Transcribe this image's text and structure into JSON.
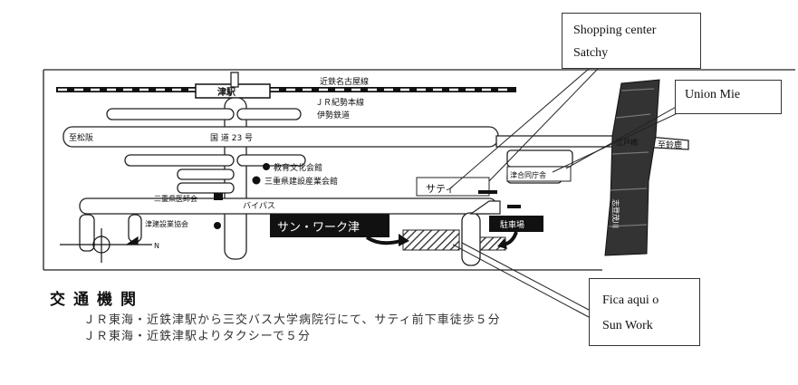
{
  "callouts": {
    "satchy": [
      "Shopping center",
      "Satchy"
    ],
    "union": "Union Mie",
    "fica": [
      "Fica aqui o",
      "Sun Work"
    ]
  },
  "map": {
    "railway_kintetsu": "近鉄名古屋線",
    "station": "津駅",
    "jr_kisei": "ＪＲ紀勢本線",
    "ise_railway": "伊勢鉄道",
    "to_matsusaka": "至松阪",
    "route23": "国 道 23 号",
    "culture_hall": "教育文化会館",
    "construction_assoc": "三重県建設産業会館",
    "satchy_label": "サティ",
    "medical_assoc": "三重県医師会",
    "bypass": "バイパス",
    "tsu_construction": "津建設業協会",
    "sunwork": "サン・ワーク津",
    "parking": "駐車場",
    "joint_office": "津合同庁舎",
    "to_suzuka": "至鈴鹿",
    "bridge": "江戸橋",
    "river": "志登茂川",
    "north": "N"
  },
  "access": {
    "title": "交通機関",
    "line1": "ＪＲ東海・近鉄津駅から三交バス大学病院行にて、サティ前下車徒歩５分",
    "line2": "ＪＲ東海・近鉄津駅よりタクシーで５分"
  }
}
